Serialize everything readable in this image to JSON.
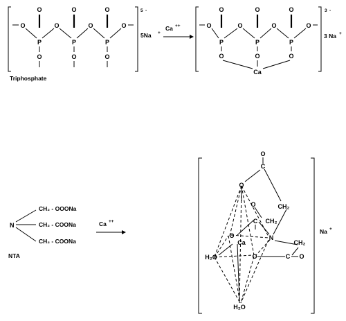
{
  "reaction1": {
    "left": {
      "atoms": {
        "o": "O",
        "p": "P"
      },
      "charge": "5",
      "charge_sign": "-",
      "counter_ion": "5Na",
      "counter_ion_sign": "+",
      "caption": "Triphosphate"
    },
    "reagent": "Ca",
    "reagent_charge": "++",
    "right": {
      "charge": "3",
      "charge_sign": "-",
      "counter_ion": "3 Na",
      "counter_ion_sign": "+",
      "metal": "Ca"
    }
  },
  "reaction2": {
    "nta": {
      "n": "N",
      "arms": [
        "CH₂ - OOONa",
        "CH₂ - COONa",
        "CH₂ - COONa"
      ],
      "caption": "NTA"
    },
    "reagent": "Ca",
    "reagent_charge": "++",
    "complex": {
      "c": "C",
      "n": "N",
      "metal": "Ca",
      "ch2": "CH₂",
      "water": "H₂O",
      "counter_ion": "Na",
      "counter_ion_sign": "+"
    }
  }
}
